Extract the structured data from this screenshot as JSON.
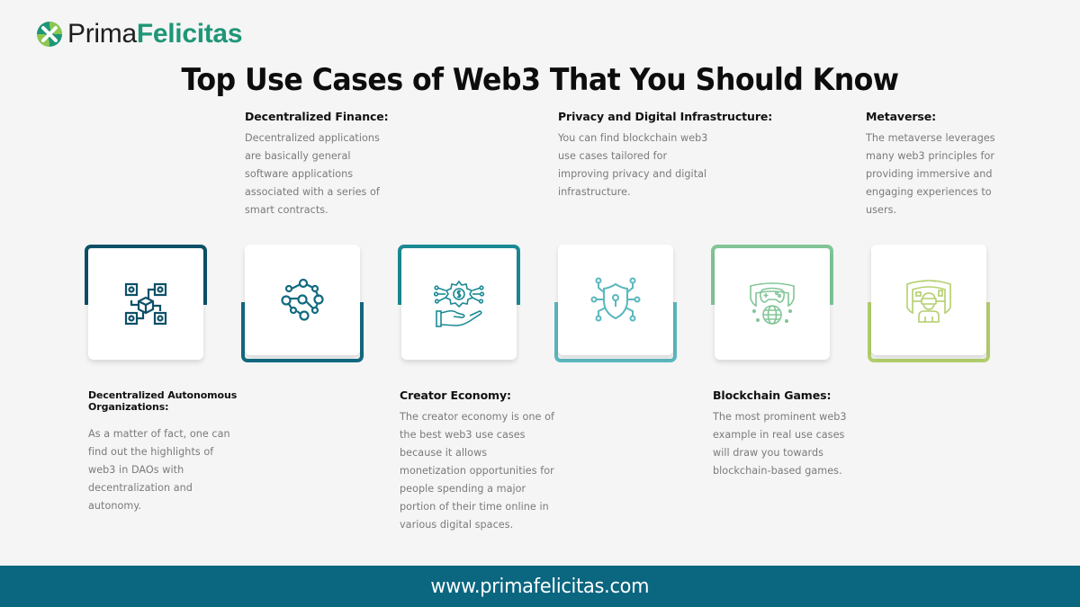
{
  "brand": {
    "name_part1": "Prima",
    "name_part2": "Felicitas",
    "icon": "primafelicitas-logo-icon",
    "colors": {
      "logo_green": "#1f9678",
      "logo_light_green": "#8cc751"
    }
  },
  "title": "Top Use Cases of Web3 That You Should Know",
  "use_cases": [
    {
      "heading": "Decentralized Autonomous Organizations:",
      "description": "As a matter of fact, one can find out the highlights of web3 in DAOs with decentralization and autonomy.",
      "icon": "dao-network-cube-icon",
      "accent": "#0d5068",
      "frame_position": "top",
      "text_position": "below"
    },
    {
      "heading": "Decentralized Finance:",
      "description": "Decentralized applications are basically general software applications associated with a series of smart contracts.",
      "icon": "node-network-icon",
      "accent": "#126a80",
      "frame_position": "bottom",
      "text_position": "above"
    },
    {
      "heading": "Creator Economy:",
      "description": "The creator economy is one of the best web3 use cases because it allows monetization opportunities for people spending a major portion of their time online in various digital spaces.",
      "icon": "hand-gear-dollar-icon",
      "accent": "#1b8a94",
      "frame_position": "top",
      "text_position": "below"
    },
    {
      "heading": "Privacy and Digital Infrastructure:",
      "description": "You can find blockchain web3 use cases tailored for improving privacy and digital infrastructure.",
      "icon": "shield-lock-circuit-icon",
      "accent": "#5bb8be",
      "frame_position": "bottom",
      "text_position": "above"
    },
    {
      "heading": "Blockchain Games:",
      "description": "The most prominent web3 example in real use cases will draw you towards blockchain-based games.",
      "icon": "gamepad-globe-icon",
      "accent": "#82c597",
      "frame_position": "top",
      "text_position": "below"
    },
    {
      "heading": "Metaverse:",
      "description": "The metaverse leverages many web3 principles for providing immersive and engaging experiences to users.",
      "icon": "vr-headset-person-icon",
      "accent": "#b3cf6c",
      "frame_position": "bottom",
      "text_position": "above"
    }
  ],
  "footer": {
    "url": "www.primafelicitas.com",
    "background": "#0b6680"
  }
}
